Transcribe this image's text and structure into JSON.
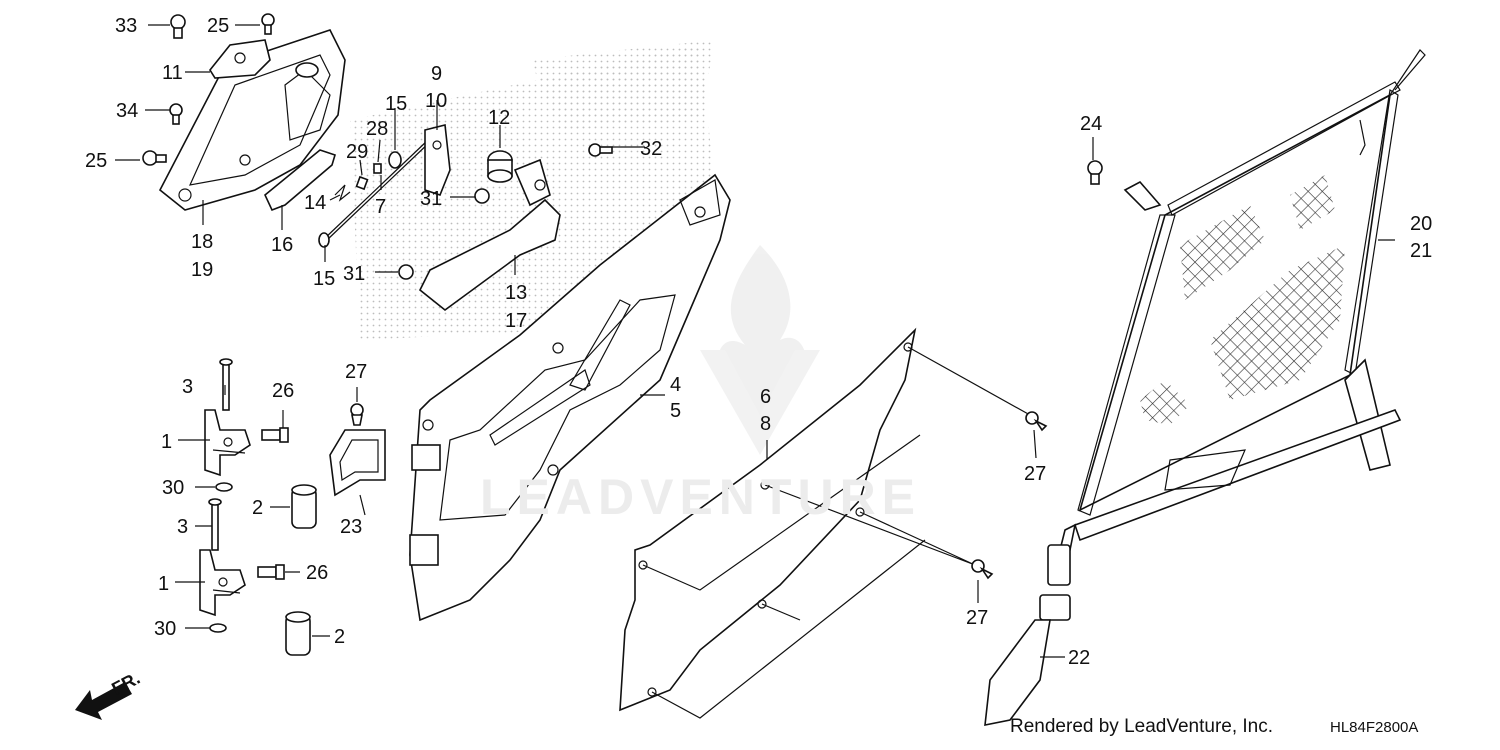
{
  "diagram": {
    "callouts": [
      "33",
      "25",
      "11",
      "34",
      "25",
      "18",
      "19",
      "16",
      "15",
      "28",
      "29",
      "14",
      "7",
      "15",
      "9",
      "10",
      "31",
      "31",
      "12",
      "32",
      "13",
      "17",
      "3",
      "26",
      "1",
      "30",
      "27",
      "2",
      "23",
      "3",
      "26",
      "1",
      "30",
      "2",
      "4",
      "5",
      "6",
      "8",
      "27",
      "27",
      "24",
      "20",
      "21",
      "22"
    ],
    "direction_label": "FR.",
    "watermark_text": "LEADVENTURE"
  },
  "footer": {
    "credit": "Rendered by LeadVenture, Inc.",
    "diagram_code": "HL84F2800A"
  }
}
